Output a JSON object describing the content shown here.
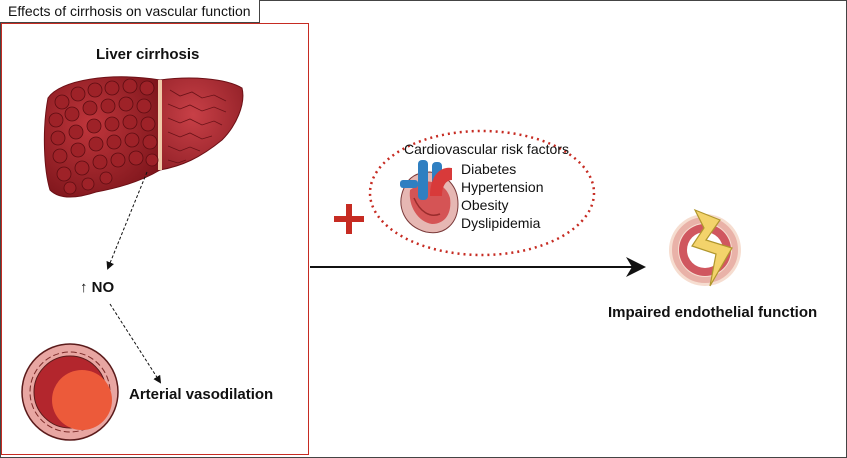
{
  "figure": {
    "title": "Effects of cirrhosis on vascular function"
  },
  "left_panel": {
    "liver_label": "Liver cirrhosis",
    "no_label": "↑ NO",
    "vasodilation_label": "Arterial vasodilation"
  },
  "risk_factors": {
    "heading": "Cardiovascular risk factors",
    "items": [
      "Diabetes",
      "Hypertension",
      "Obesity",
      "Dyslipidemia"
    ]
  },
  "outcome": {
    "label": "Impaired endothelial function"
  },
  "colors": {
    "panel_border": "#c62b22",
    "plus_sign": "#c62b22",
    "liver_dark": "#8e1c22",
    "liver_light": "#b83036",
    "vessel_wall": "#e9a9a6",
    "lightning": "#f3d36b"
  }
}
